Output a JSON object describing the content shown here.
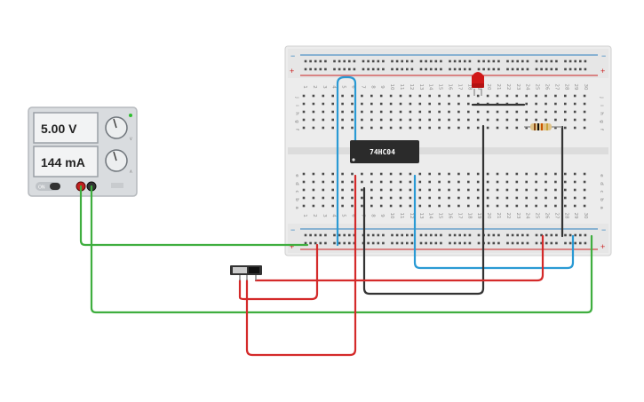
{
  "power_supply": {
    "voltage_display": "5.00 V",
    "current_display": "144 mA",
    "on_label": "ON",
    "voltage_knob_label": "V",
    "current_knob_label": "A",
    "terminal_positive_color": "#c21f1f",
    "terminal_negative_color": "#333333"
  },
  "breadboard": {
    "rail_plus_label": "+",
    "rail_minus_label": "−",
    "column_numbers": [
      "1",
      "2",
      "3",
      "4",
      "5",
      "6",
      "7",
      "8",
      "9",
      "10",
      "11",
      "12",
      "13",
      "14",
      "15",
      "16",
      "17",
      "18",
      "19",
      "20",
      "21",
      "22",
      "23",
      "24",
      "25",
      "26",
      "27",
      "28",
      "29",
      "30"
    ],
    "rows_top": [
      "j",
      "i",
      "h",
      "g",
      "f"
    ],
    "rows_bottom": [
      "e",
      "d",
      "c",
      "b",
      "a"
    ]
  },
  "chip": {
    "label": "74HC04",
    "color": "#2b2b2b"
  },
  "led": {
    "color": "#d01818"
  },
  "resistor": {
    "bands": [
      "#8a4a14",
      "#111111",
      "#cc5500",
      "#c9a23a"
    ]
  },
  "wire_colors": {
    "red": "#d42a2a",
    "green": "#3fae3f",
    "blue": "#2a9ad4",
    "black": "#333333"
  }
}
